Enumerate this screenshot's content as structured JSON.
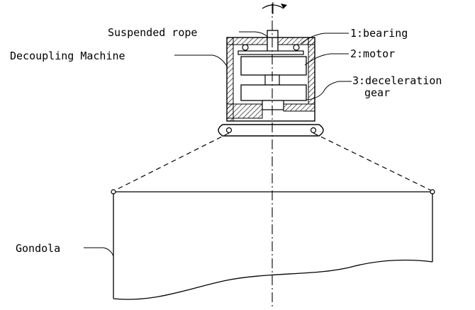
{
  "labels": {
    "suspended_rope": "Suspended rope",
    "decoupling_machine": "Decoupling Machine",
    "bearing": "1:bearing",
    "motor": "2:motor",
    "deceleration_line1": "3:deceleration",
    "deceleration_line2": "gear",
    "gondola": "Gondola"
  },
  "colors": {
    "stroke": "#000000",
    "background": "#ffffff"
  }
}
